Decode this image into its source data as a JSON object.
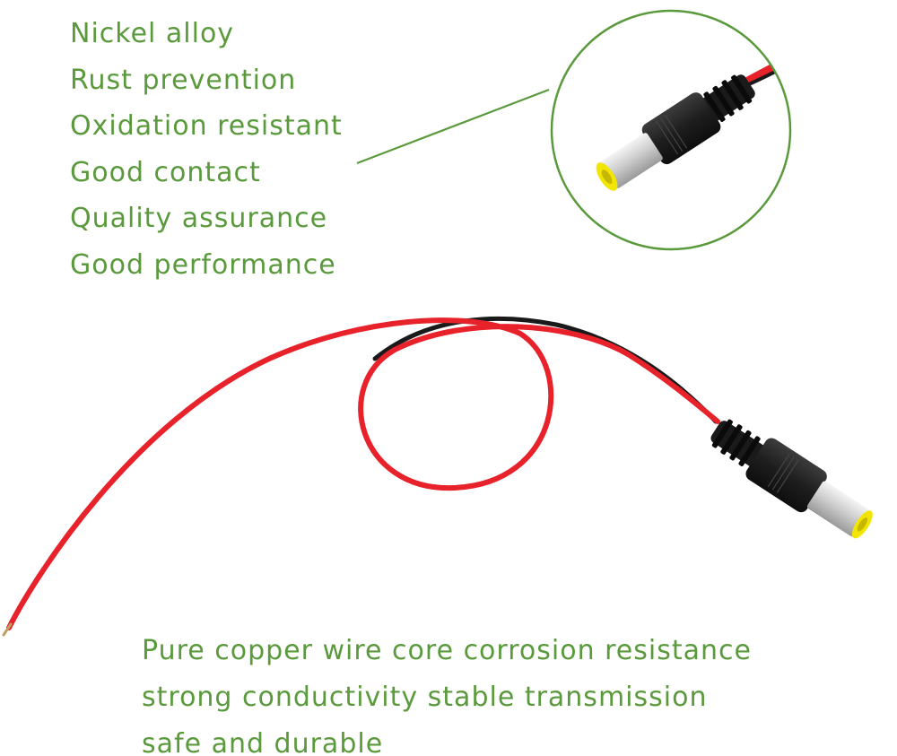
{
  "features": [
    "Nickel alloy",
    "Rust prevention",
    "Oxidation resistant",
    "Good contact",
    "Quality assurance",
    "Good performance"
  ],
  "caption": [
    "Pure copper wire core corrosion resistance",
    "strong conductivity stable transmission",
    "safe and durable"
  ],
  "colors": {
    "text_green": "#5a9a3c",
    "callout_green": "#5a9a3c",
    "wire_red": "#e8222a",
    "wire_black": "#1a1a1a",
    "plug_body": "#2b2b2b",
    "plug_tip": "#d8d8d8",
    "tip_inner": "#f2e600",
    "background": "#ffffff"
  },
  "icons": [
    "dc-power-plug",
    "red-black-wire"
  ]
}
